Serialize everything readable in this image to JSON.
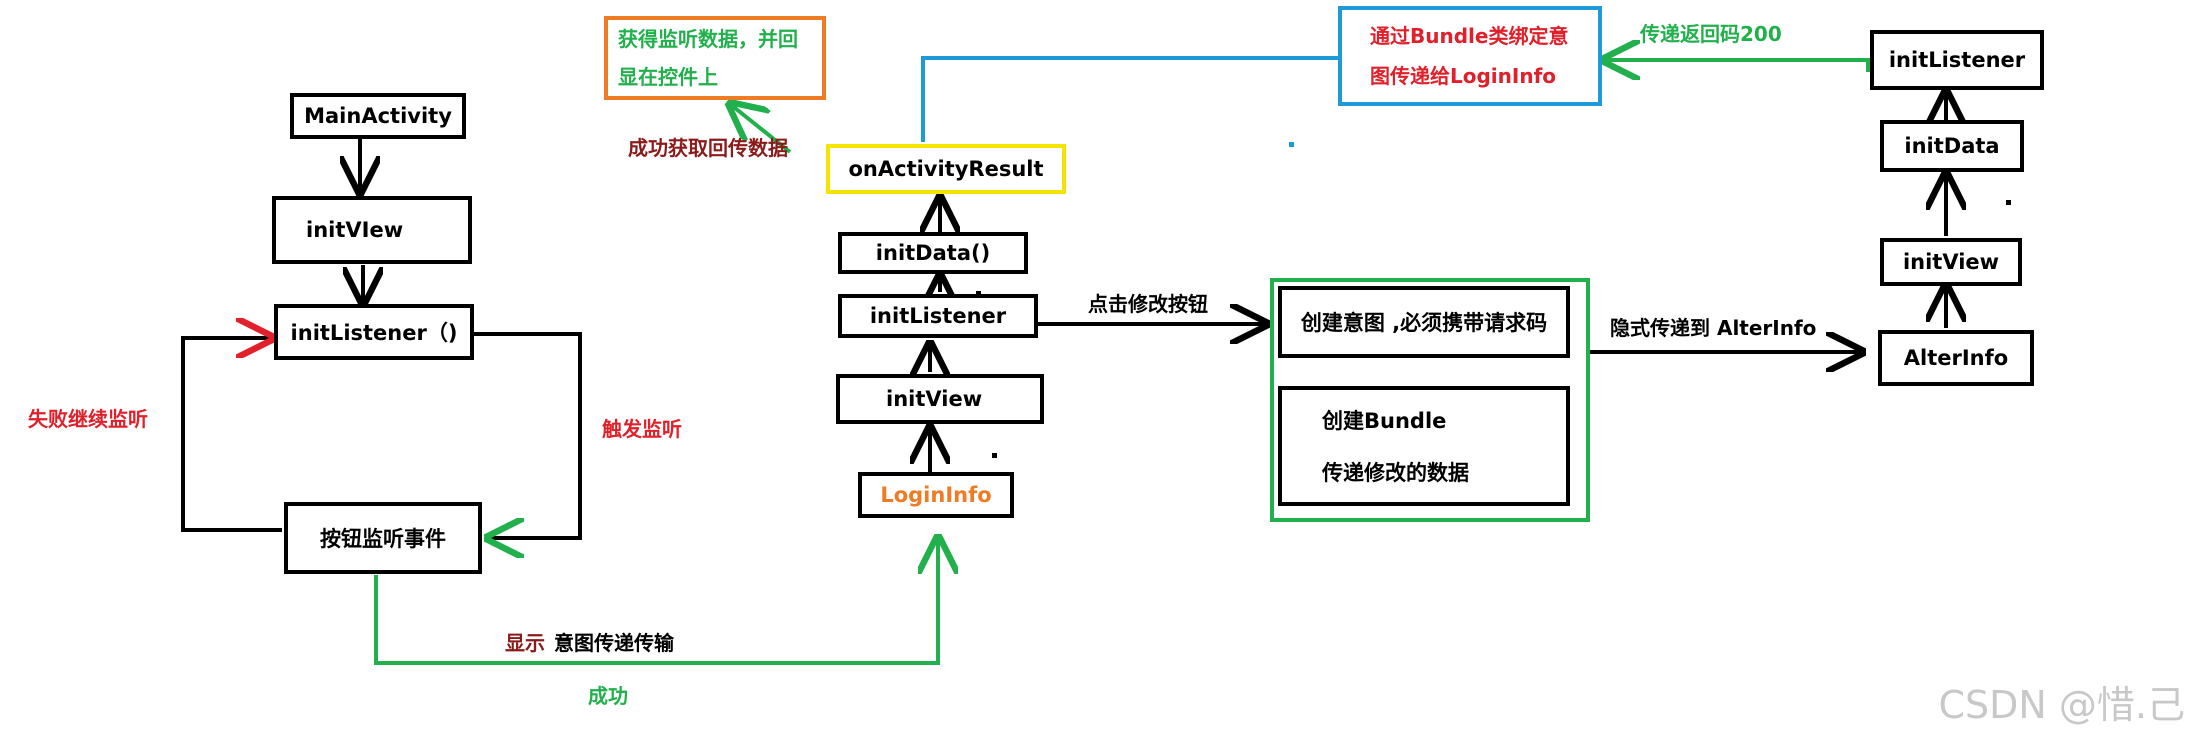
{
  "nodes": {
    "main_activity": "MainActivity",
    "init_view_1": "initVIew",
    "init_listener_1": "initListener（)",
    "button_event": "按钮监听事件",
    "login_info": "LoginInfo",
    "init_view_2": "initView",
    "init_listener_2": "initListener",
    "init_data_1": "initData()",
    "on_activity_result": "onActivityResult",
    "display_box": "获得监听数据，并回显在控件上",
    "bundle_box": "通过Bundle类绑定意图传递给LoginInfo",
    "create_intent": "创建意图 ,必须携带请求码",
    "create_bundle": "创建Bundle",
    "pass_data": "传递修改的数据",
    "alter_info": "AlterInfo",
    "init_view_3": "initView",
    "init_data_2": "initData",
    "init_listener_3": "initListener"
  },
  "labels": {
    "fail_continue": "失败继续监听",
    "trigger": "触发监听",
    "show": "显示",
    "intent_transfer": "意图传递传输",
    "success": "成功",
    "got_result": "成功获取回传数据",
    "click_modify": "点击修改按钮",
    "implicit_to": "隐式传递到 AlterInfo",
    "return_code": "传递返回码200"
  },
  "watermark": "CSDN @惜.己",
  "colors": {
    "black": "#000000",
    "red": "#e0202a",
    "green": "#22b04c",
    "blue": "#1e9bd7",
    "yellow": "#f5e400",
    "orange": "#f07b25"
  }
}
